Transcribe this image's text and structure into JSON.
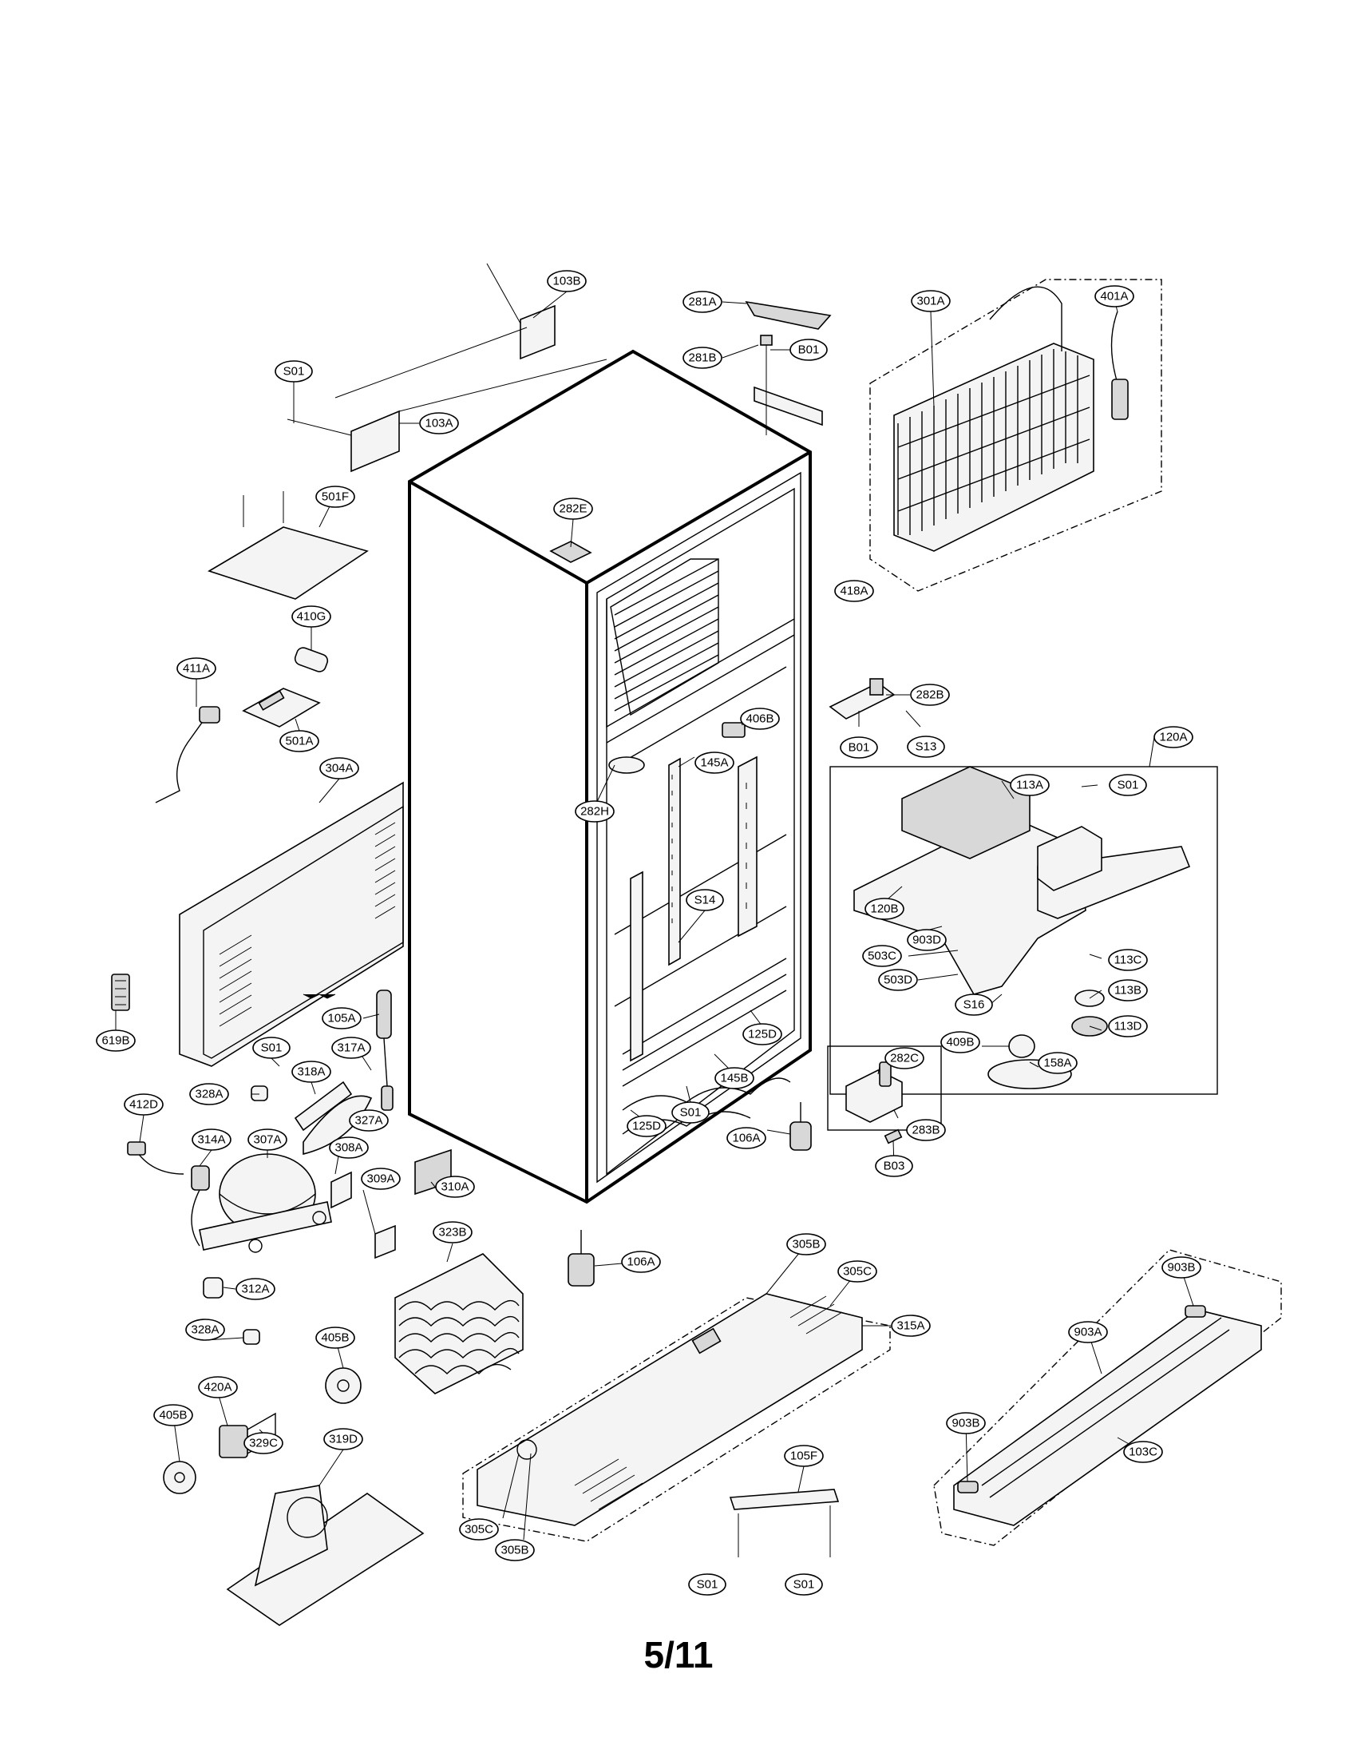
{
  "page_number": "5/11",
  "callouts": [
    {
      "id": "103b",
      "label": "103B"
    },
    {
      "id": "s01-top",
      "label": "S01"
    },
    {
      "id": "103a",
      "label": "103A"
    },
    {
      "id": "501f",
      "label": "501F"
    },
    {
      "id": "410g",
      "label": "410G"
    },
    {
      "id": "411a",
      "label": "411A"
    },
    {
      "id": "501a",
      "label": "501A"
    },
    {
      "id": "304a",
      "label": "304A"
    },
    {
      "id": "619b",
      "label": "619B"
    },
    {
      "id": "281a",
      "label": "281A"
    },
    {
      "id": "281b",
      "label": "281B"
    },
    {
      "id": "b01-top",
      "label": "B01"
    },
    {
      "id": "301a",
      "label": "301A"
    },
    {
      "id": "401a",
      "label": "401A"
    },
    {
      "id": "418a",
      "label": "418A"
    },
    {
      "id": "282e",
      "label": "282E"
    },
    {
      "id": "282b",
      "label": "282B"
    },
    {
      "id": "b01-mid",
      "label": "B01"
    },
    {
      "id": "s13",
      "label": "S13"
    },
    {
      "id": "406b",
      "label": "406B"
    },
    {
      "id": "145a",
      "label": "145A"
    },
    {
      "id": "282h",
      "label": "282H"
    },
    {
      "id": "s14",
      "label": "S14"
    },
    {
      "id": "125d-right",
      "label": "125D"
    },
    {
      "id": "145b",
      "label": "145B"
    },
    {
      "id": "125d-left",
      "label": "125D"
    },
    {
      "id": "s01-mid",
      "label": "S01"
    },
    {
      "id": "106a-right",
      "label": "106A"
    },
    {
      "id": "106a-bottom",
      "label": "106A"
    },
    {
      "id": "120a",
      "label": "120A"
    },
    {
      "id": "113a",
      "label": "113A"
    },
    {
      "id": "s01-tray",
      "label": "S01"
    },
    {
      "id": "120b",
      "label": "120B"
    },
    {
      "id": "903d",
      "label": "903D"
    },
    {
      "id": "503c",
      "label": "503C"
    },
    {
      "id": "503d",
      "label": "503D"
    },
    {
      "id": "113c",
      "label": "113C"
    },
    {
      "id": "113b",
      "label": "113B"
    },
    {
      "id": "s16",
      "label": "S16"
    },
    {
      "id": "113d",
      "label": "113D"
    },
    {
      "id": "409b",
      "label": "409B"
    },
    {
      "id": "158a",
      "label": "158A"
    },
    {
      "id": "282c",
      "label": "282C"
    },
    {
      "id": "283b",
      "label": "283B"
    },
    {
      "id": "b03",
      "label": "B03"
    },
    {
      "id": "105a",
      "label": "105A"
    },
    {
      "id": "s01-comp",
      "label": "S01"
    },
    {
      "id": "317a",
      "label": "317A"
    },
    {
      "id": "318a",
      "label": "318A"
    },
    {
      "id": "328a-top",
      "label": "328A"
    },
    {
      "id": "327a",
      "label": "327A"
    },
    {
      "id": "412d",
      "label": "412D"
    },
    {
      "id": "314a",
      "label": "314A"
    },
    {
      "id": "307a",
      "label": "307A"
    },
    {
      "id": "308a",
      "label": "308A"
    },
    {
      "id": "309a",
      "label": "309A"
    },
    {
      "id": "310a",
      "label": "310A"
    },
    {
      "id": "312a",
      "label": "312A"
    },
    {
      "id": "323b",
      "label": "323B"
    },
    {
      "id": "328a-bottom",
      "label": "328A"
    },
    {
      "id": "405b-right",
      "label": "405B"
    },
    {
      "id": "420a",
      "label": "420A"
    },
    {
      "id": "405b-left",
      "label": "405B"
    },
    {
      "id": "329c",
      "label": "329C"
    },
    {
      "id": "319d",
      "label": "319D"
    },
    {
      "id": "305b-top",
      "label": "305B"
    },
    {
      "id": "305c-top",
      "label": "305C"
    },
    {
      "id": "315a",
      "label": "315A"
    },
    {
      "id": "305c-bottom",
      "label": "305C"
    },
    {
      "id": "305b-bottom",
      "label": "305B"
    },
    {
      "id": "105f",
      "label": "105F"
    },
    {
      "id": "s01-left",
      "label": "S01"
    },
    {
      "id": "s01-right",
      "label": "S01"
    },
    {
      "id": "903b-top",
      "label": "903B"
    },
    {
      "id": "903a",
      "label": "903A"
    },
    {
      "id": "903b-left",
      "label": "903B"
    },
    {
      "id": "103c",
      "label": "103C"
    }
  ]
}
